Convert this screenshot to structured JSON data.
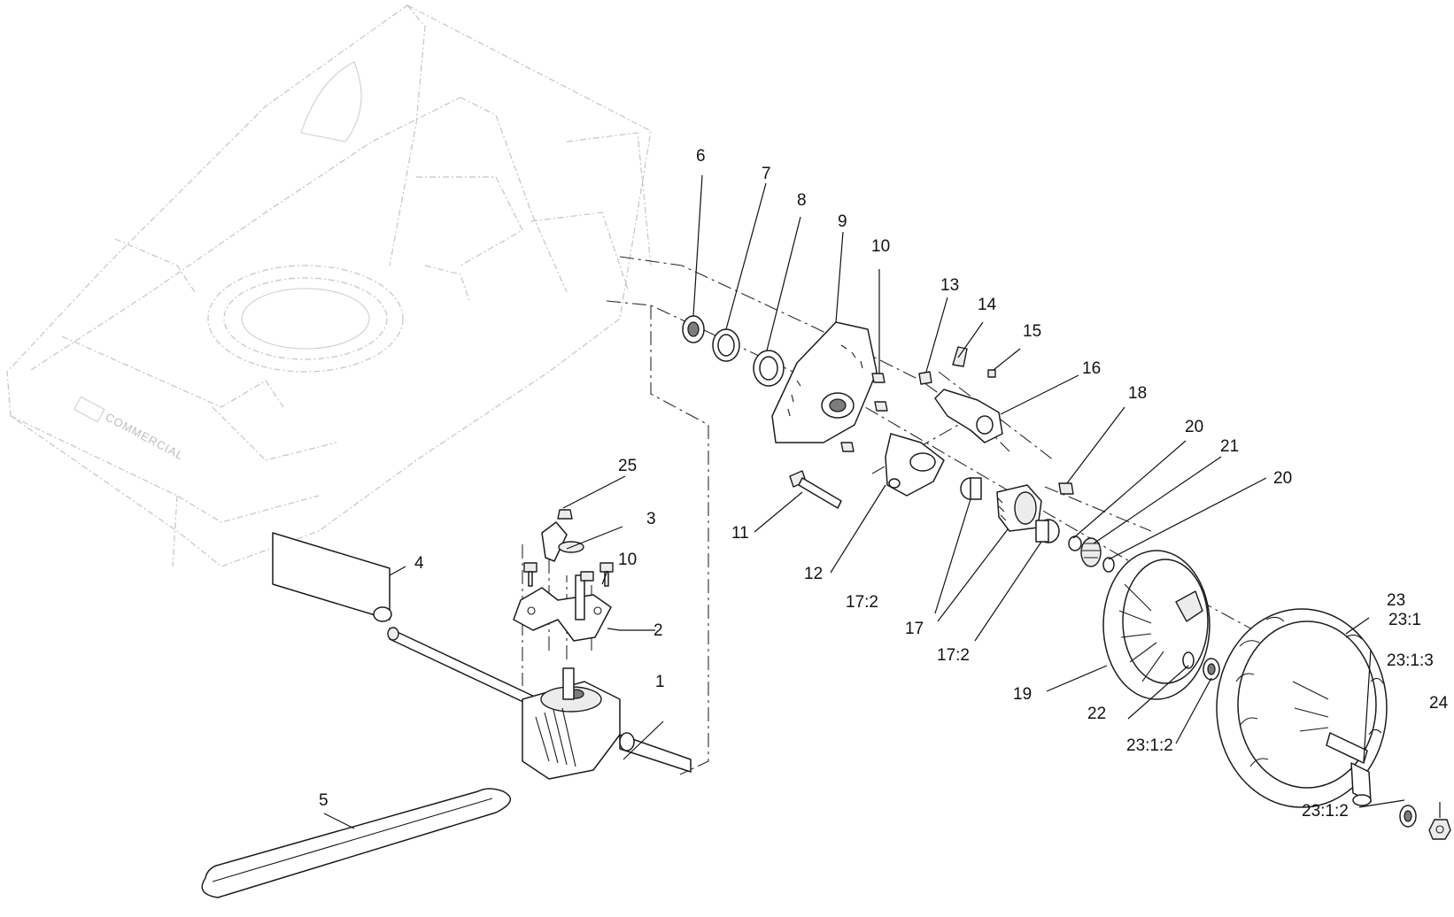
{
  "deck_text": {
    "brand": "COMMERCIAL"
  },
  "callouts": {
    "c1": "1",
    "c2": "2",
    "c3": "3",
    "c4": "4",
    "c5": "5",
    "c6": "6",
    "c7": "7",
    "c8": "8",
    "c9": "9",
    "c10a": "10",
    "c10b": "10",
    "c11": "11",
    "c12": "12",
    "c13": "13",
    "c14": "14",
    "c15": "15",
    "c16": "16",
    "c17": "17",
    "c17_2a": "17:2",
    "c17_2b": "17:2",
    "c18": "18",
    "c19": "19",
    "c20a": "20",
    "c20b": "20",
    "c21": "21",
    "c22": "22",
    "c23": "23",
    "c23_1": "23:1",
    "c23_1_2a": "23:1:2",
    "c23_1_2b": "23:1:2",
    "c23_1_3": "23:1:3",
    "c24": "24",
    "c25": "25"
  }
}
